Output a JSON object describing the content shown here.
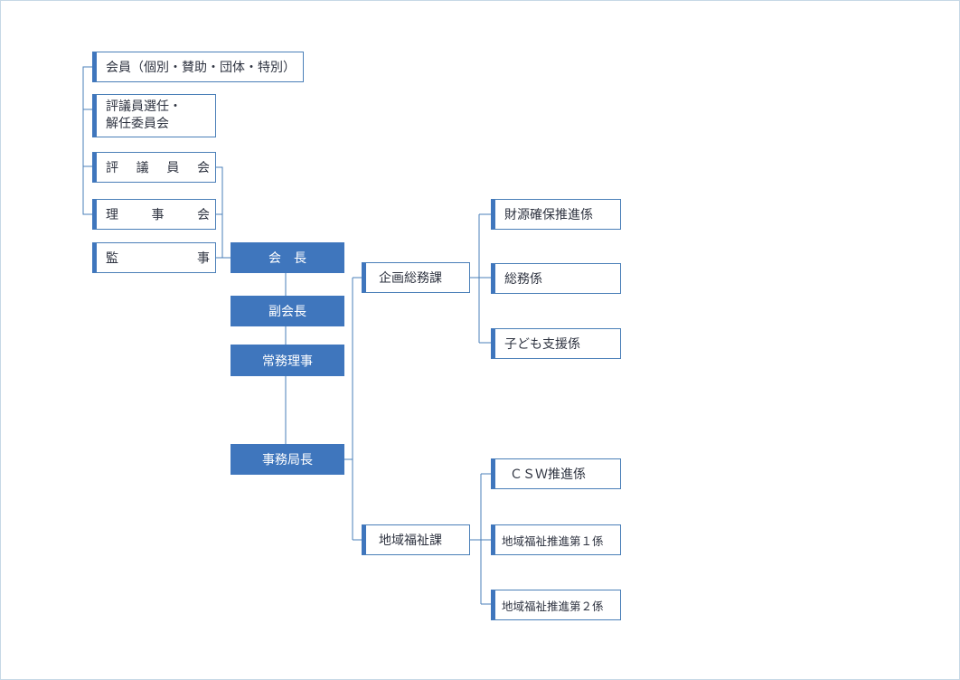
{
  "left": {
    "members": "会員（個別・賛助・団体・特別）",
    "councilor_selection_line1": "評議員選任・",
    "councilor_selection_line2": "解任委員会",
    "councilors": [
      "評",
      "議",
      "員",
      "会"
    ],
    "board": [
      "理",
      "事",
      "会"
    ],
    "auditor": [
      "監",
      "事"
    ]
  },
  "center": {
    "chair": "会　長",
    "vice_chair": "副会長",
    "executive_director": "常務理事",
    "secretary_general": "事務局長"
  },
  "sections": {
    "planning": "企画総務課",
    "welfare": "地域福祉課"
  },
  "planning_units": [
    "財源確保推進係",
    "総務係",
    "子ども支援係"
  ],
  "welfare_units": [
    "ＣＳＷ推進係",
    "地域福祉推進第１係",
    "地域福祉推進第２係"
  ],
  "colors": {
    "accent": "#3f76bd",
    "line": "#4a7fb8",
    "text": "#2e3340"
  }
}
